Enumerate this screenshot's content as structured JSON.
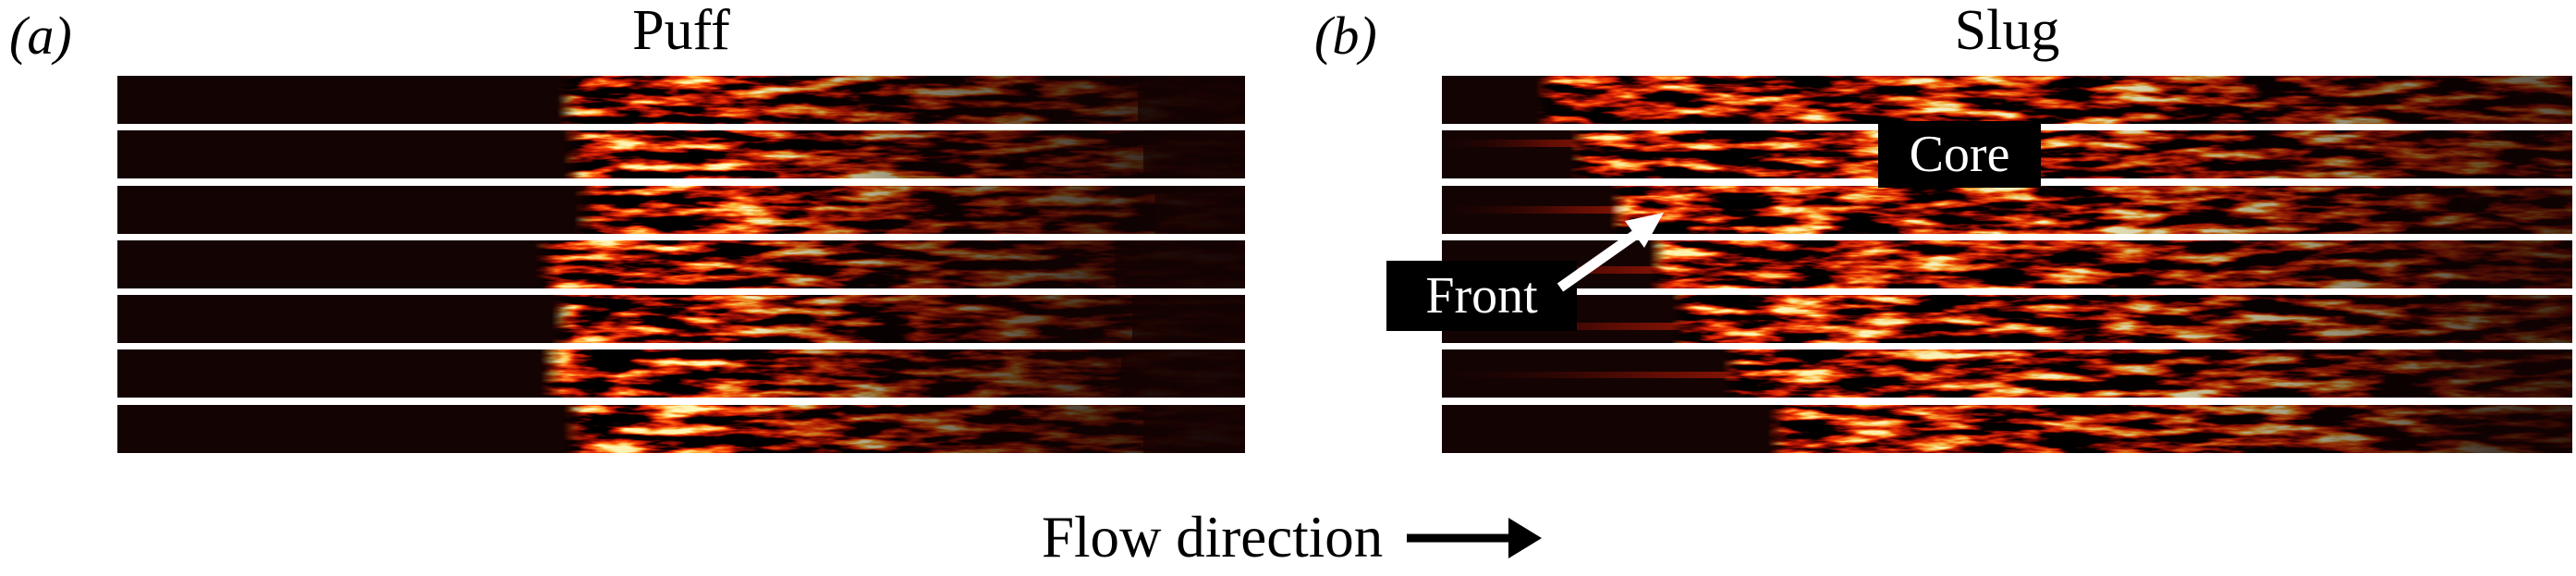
{
  "figure": {
    "caption": {
      "text": "Flow direction"
    },
    "colors": {
      "background": "#ffffff",
      "strip_background": "#140303",
      "annotation_background": "#000000",
      "annotation_text": "#ffffff",
      "front_arrow": "#ffffff",
      "flow_arrow": "#000000",
      "turbulence_palette": [
        "#000000",
        "#8f0f00",
        "#ff6a00",
        "#ffd24a",
        "#ffffff"
      ]
    },
    "panels": [
      {
        "id": "a",
        "label": "(a)",
        "title": "Puff",
        "strips": [
          {
            "front": 0.405,
            "seed": 3
          },
          {
            "front": 0.41,
            "seed": 11
          },
          {
            "front": 0.42,
            "seed": 19
          },
          {
            "front": 0.385,
            "seed": 27
          },
          {
            "front": 0.4,
            "seed": 35
          },
          {
            "front": 0.39,
            "seed": 43
          },
          {
            "front": 0.41,
            "seed": 51
          }
        ]
      },
      {
        "id": "b",
        "label": "(b)",
        "title": "Slug",
        "annotations": {
          "core": {
            "label": "Core"
          },
          "front": {
            "label": "Front"
          }
        },
        "strips": [
          {
            "front": 0.095,
            "seed": 7,
            "fade": 0.3
          },
          {
            "front": 0.125,
            "seed": 15,
            "fade": 0.28,
            "wisp": {
              "y": 10,
              "h": 8
            }
          },
          {
            "front": 0.16,
            "seed": 23,
            "fade": 0.24,
            "wisp": {
              "y": 22,
              "h": 8
            }
          },
          {
            "front": 0.195,
            "seed": 31,
            "fade": 0.2,
            "wisp": {
              "y": 28,
              "h": 8
            }
          },
          {
            "front": 0.215,
            "seed": 39,
            "fade": 0.18,
            "wisp": {
              "y": 30,
              "h": 8
            }
          },
          {
            "front": 0.26,
            "seed": 47,
            "fade": 0.15,
            "wisp": {
              "y": 24,
              "h": 7
            }
          },
          {
            "front": 0.3,
            "seed": 55,
            "fade": 0.13
          }
        ]
      }
    ]
  }
}
